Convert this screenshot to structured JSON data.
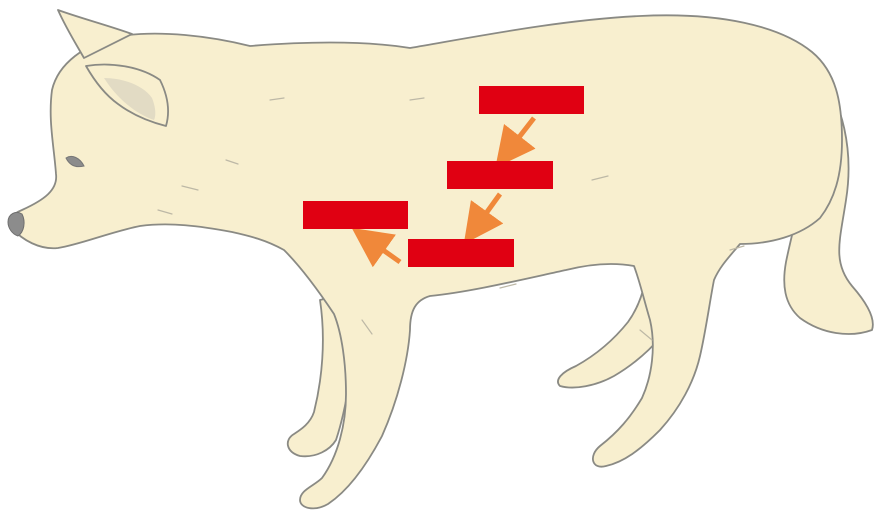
{
  "colors": {
    "body_fill": "#f8efcf",
    "outline": "#8a8a84",
    "ear_inner": "#e2dbc4",
    "nose": "#8c8c8c",
    "label_box": "#e00012",
    "arrow": "#f0883a"
  },
  "labels": [
    {
      "id": "label-1",
      "text": ""
    },
    {
      "id": "label-2",
      "text": ""
    },
    {
      "id": "label-3",
      "text": ""
    },
    {
      "id": "label-4",
      "text": ""
    }
  ],
  "arrows": [
    {
      "from": "label-1",
      "to": "label-2"
    },
    {
      "from": "label-2",
      "to": "label-3"
    },
    {
      "from": "label-3",
      "to": "label-4"
    }
  ]
}
